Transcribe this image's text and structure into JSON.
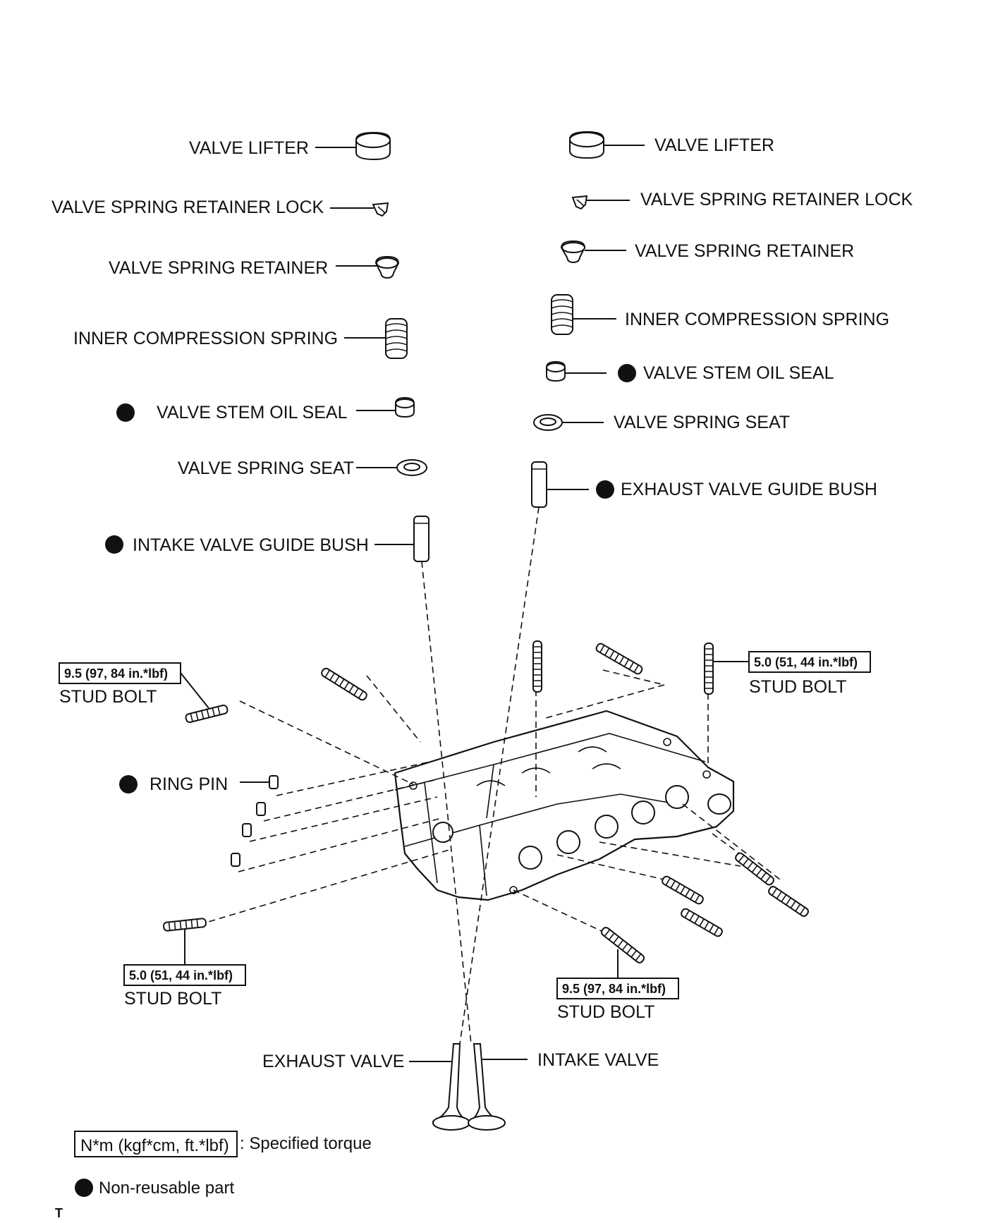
{
  "labels": {
    "left_valve_lifter": "VALVE LIFTER",
    "left_retainer_lock": "VALVE SPRING RETAINER LOCK",
    "left_retainer": "VALVE SPRING RETAINER",
    "left_inner_spring": "INNER COMPRESSION SPRING",
    "left_stem_oil_seal": "VALVE STEM OIL SEAL",
    "left_spring_seat": "VALVE SPRING SEAT",
    "intake_guide_bush": "INTAKE VALVE GUIDE BUSH",
    "right_valve_lifter": "VALVE LIFTER",
    "right_retainer_lock": "VALVE SPRING RETAINER LOCK",
    "right_retainer": "VALVE SPRING RETAINER",
    "right_inner_spring": "INNER COMPRESSION SPRING",
    "right_stem_oil_seal": "VALVE STEM OIL SEAL",
    "right_spring_seat": "VALVE SPRING SEAT",
    "exhaust_guide_bush": "EXHAUST VALVE GUIDE BUSH",
    "ring_pin": "RING PIN",
    "stud_bolt_tl": "STUD BOLT",
    "stud_bolt_tr": "STUD BOLT",
    "stud_bolt_bl": "STUD BOLT",
    "stud_bolt_br": "STUD BOLT",
    "exhaust_valve": "EXHAUST VALVE",
    "intake_valve": "INTAKE VALVE"
  },
  "torque": {
    "tl": "9.5 (97, 84 in.*lbf)",
    "tr": "5.0 (51, 44 in.*lbf)",
    "bl": "5.0 (51, 44 in.*lbf)",
    "br": "9.5 (97, 84 in.*lbf)"
  },
  "legend": {
    "torque_box": "N*m (kgf*cm, ft.*lbf)",
    "torque_text": ": Specified torque",
    "nonreusable_text": "Non-reusable part"
  },
  "corner_mark": "T"
}
